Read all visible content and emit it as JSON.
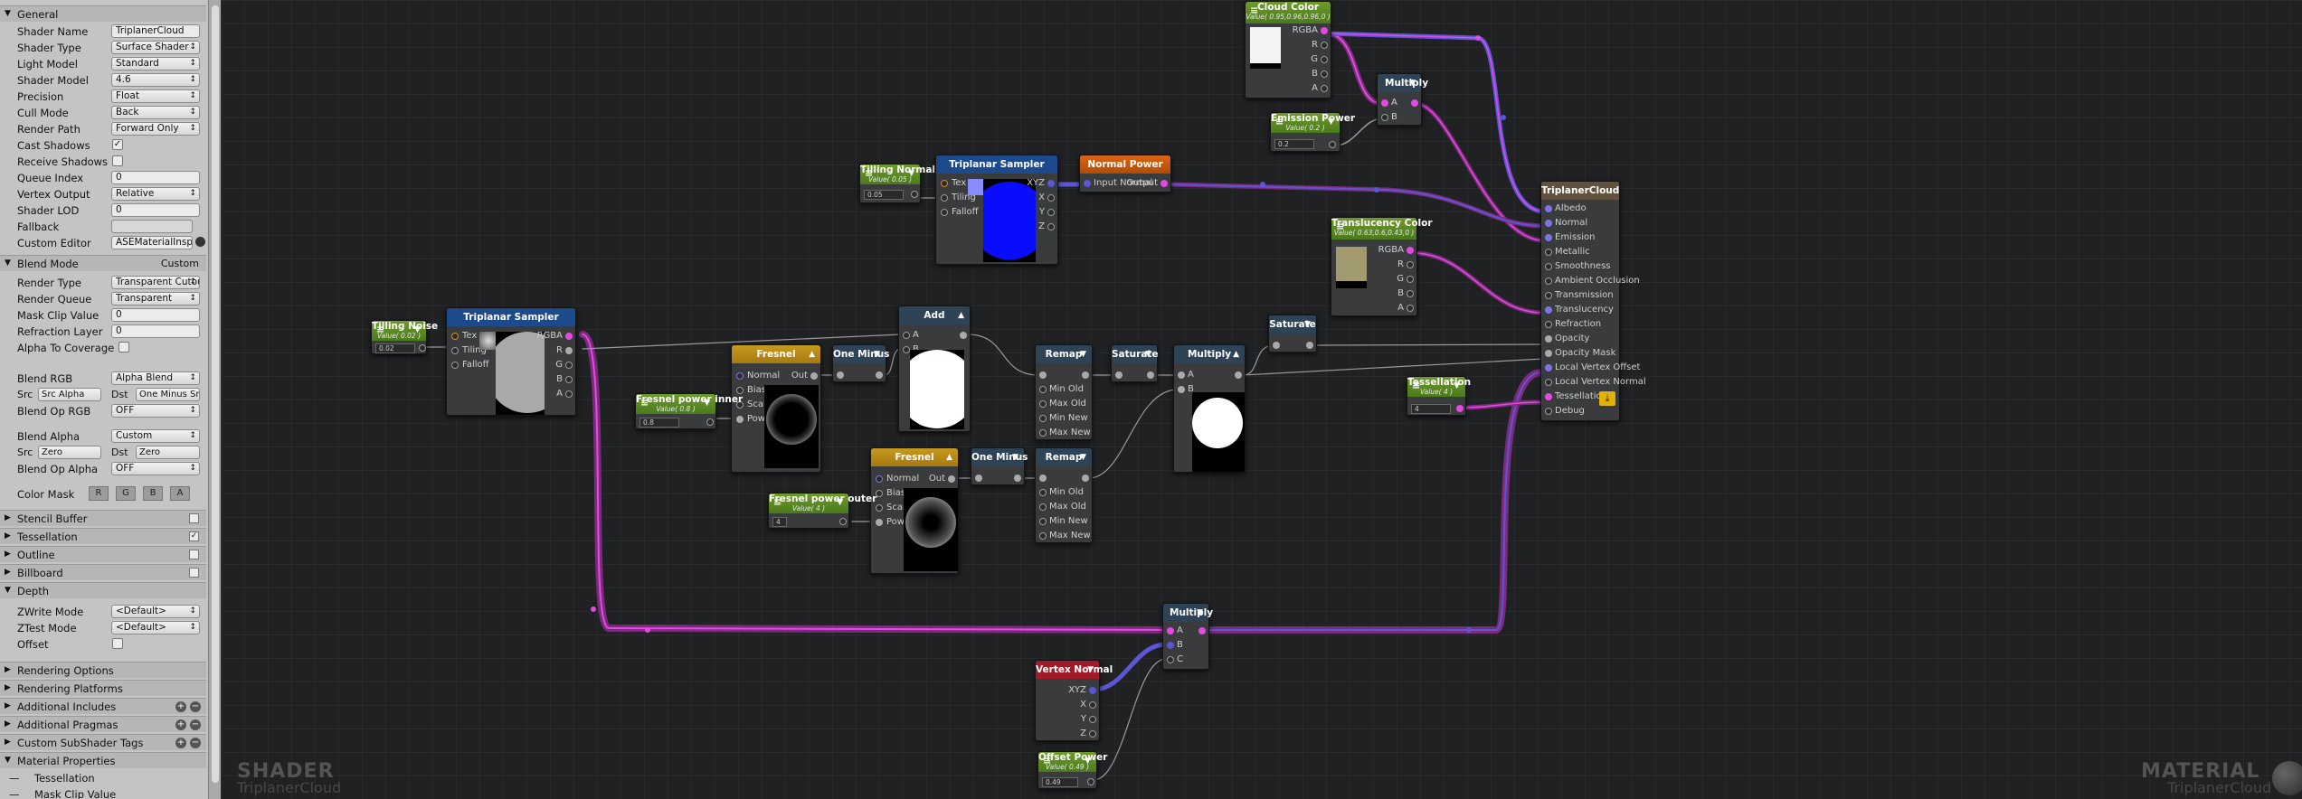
{
  "panel": {
    "general_header": "General",
    "fields": [
      {
        "label": "Shader Name",
        "value": "TriplanerCloud"
      },
      {
        "label": "Shader Type",
        "value": "Surface Shader"
      },
      {
        "label": "Light Model",
        "value": "Standard"
      },
      {
        "label": "Shader Model",
        "value": "4.6"
      },
      {
        "label": "Precision",
        "value": "Float"
      },
      {
        "label": "Cull Mode",
        "value": "Back"
      },
      {
        "label": "Render Path",
        "value": "Forward Only"
      },
      {
        "label": "Cast Shadows",
        "value": "✓"
      },
      {
        "label": "Receive Shadows",
        "value": ""
      },
      {
        "label": "Queue Index",
        "value": "0"
      },
      {
        "label": "Vertex Output",
        "value": "Relative"
      },
      {
        "label": "Shader LOD",
        "value": "0"
      },
      {
        "label": "Fallback",
        "value": ""
      },
      {
        "label": "Custom Editor",
        "value": "ASEMaterialInspector"
      }
    ],
    "blend_mode_label": "Blend Mode",
    "blend_mode_value": "Custom",
    "blend_fields": [
      {
        "label": "Render Type",
        "value": "Transparent Cutout"
      },
      {
        "label": "Render Queue",
        "value": "Transparent"
      },
      {
        "label": "Mask Clip Value",
        "value": "0"
      },
      {
        "label": "Refraction Layer",
        "value": "0"
      },
      {
        "label": "Alpha To Coverage",
        "value": ""
      }
    ],
    "blend_rgb_label": "Blend RGB",
    "blend_rgb_value": "Alpha Blend",
    "src_label": "Src",
    "dst_label": "Dst",
    "rgb_src": "Src Alpha",
    "rgb_dst": "One Minus Src Alpha",
    "blend_op_rgb_label": "Blend Op RGB",
    "blend_op_rgb_value": "OFF",
    "blend_alpha_label": "Blend Alpha",
    "blend_alpha_value": "Custom",
    "alpha_src": "Zero",
    "alpha_dst": "Zero",
    "blend_op_alpha_label": "Blend Op Alpha",
    "blend_op_alpha_value": "OFF",
    "color_mask_label": "Color Mask",
    "color_mask": [
      "R",
      "G",
      "B",
      "A"
    ],
    "sections": [
      "Stencil Buffer",
      "Tessellation",
      "Outline",
      "Billboard"
    ],
    "depth_label": "Depth",
    "depth_fields": [
      {
        "label": "ZWrite Mode",
        "value": "<Default>"
      },
      {
        "label": "ZTest Mode",
        "value": "<Default>"
      },
      {
        "label": "Offset",
        "value": ""
      }
    ],
    "bottom_sections": [
      "Rendering Options",
      "Rendering Platforms",
      "Additional Includes",
      "Additional Pragmas",
      "Custom SubShader Tags",
      "Material Properties"
    ],
    "material_props": [
      "Tessellation",
      "Mask Clip Value"
    ]
  },
  "canvas": {
    "watermark_left_title": "SHADER",
    "watermark_left_sub": "TriplanerCloud",
    "watermark_right_title": "MATERIAL",
    "watermark_right_sub": "TriplanerCloud"
  },
  "nodes": {
    "tilling_noise": {
      "title": "Tilling Noise",
      "sub": "Value( 0.02 )",
      "value": "0.02"
    },
    "tri1": {
      "title": "Triplanar Sampler",
      "ports_in": [
        "Tex",
        "Tiling",
        "Falloff"
      ],
      "ports_out": [
        "RGBA",
        "R",
        "G",
        "B",
        "A"
      ]
    },
    "tilling_normal": {
      "title": "Tilling Normal",
      "sub": "Value( 0.05 )",
      "value": "0.05"
    },
    "tri2": {
      "title": "Triplanar Sampler",
      "ports_in": [
        "Tex",
        "Tiling",
        "Falloff"
      ],
      "ports_out": [
        "XYZ",
        "X",
        "Y",
        "Z"
      ]
    },
    "normal_power": {
      "title": "Normal Power",
      "in": "Input Normal",
      "out": "Output"
    },
    "cloud_color": {
      "title": "Cloud Color",
      "sub": "Value( 0.95,0.96,0.96,0 )",
      "ports_out": [
        "RGBA",
        "R",
        "G",
        "B",
        "A"
      ]
    },
    "emission_power": {
      "title": "Emission Power",
      "sub": "Value( 0.2 )",
      "value": "0.2"
    },
    "multiply_top": {
      "title": "Multiply",
      "ports_in": [
        "A",
        "B"
      ]
    },
    "translucency": {
      "title": "Translucency Color",
      "sub": "Value( 0.63,0.6,0.43,0 )",
      "ports_out": [
        "RGBA",
        "R",
        "G",
        "B",
        "A"
      ]
    },
    "tessellation": {
      "title": "Tessellation",
      "sub": "Value( 4 )",
      "value": "4"
    },
    "fresnel1": {
      "title": "Fresnel",
      "ports_in": [
        "Normal",
        "Bias",
        "Scale",
        "Power"
      ],
      "out": "Out"
    },
    "fresnel_inner": {
      "title": "Fresnel power inner",
      "sub": "Value( 0.8 )",
      "value": "0.8"
    },
    "one_minus1": {
      "title": "One Minus"
    },
    "add": {
      "title": "Add",
      "ports_in": [
        "A",
        "B"
      ]
    },
    "fresnel2": {
      "title": "Fresnel",
      "ports_in": [
        "Normal",
        "Bias",
        "Scale",
        "Power"
      ],
      "out": "Out"
    },
    "fresnel_outer": {
      "title": "Fresnel power outer",
      "sub": "Value( 4 )",
      "value": "4"
    },
    "one_minus2": {
      "title": "One Minus"
    },
    "remap1": {
      "title": "Remap",
      "ports_in": [
        "",
        "Min Old",
        "Max Old",
        "Min New",
        "Max New"
      ]
    },
    "remap2": {
      "title": "Remap",
      "ports_in": [
        "",
        "Min Old",
        "Max Old",
        "Min New",
        "Max New"
      ]
    },
    "saturate1": {
      "title": "Saturate"
    },
    "saturate2": {
      "title": "Saturate"
    },
    "multiply_mid": {
      "title": "Multiply",
      "ports_in": [
        "A",
        "B"
      ]
    },
    "multiply_bottom": {
      "title": "Multiply",
      "ports_in": [
        "A",
        "B",
        "C"
      ]
    },
    "vertex_normal": {
      "title": "Vertex Normal",
      "ports_out": [
        "XYZ",
        "X",
        "Y",
        "Z"
      ]
    },
    "offset_power": {
      "title": "Offset Power",
      "sub": "Value( 0.49 )",
      "value": "0.49"
    },
    "output": {
      "title": "TriplanerCloud",
      "ports": [
        "Albedo",
        "Normal",
        "Emission",
        "Metallic",
        "Smoothness",
        "Ambient Occlusion",
        "Transmission",
        "Translucency",
        "Refraction",
        "Opacity",
        "Opacity Mask",
        "Local Vertex Offset",
        "Local Vertex Normal",
        "Tessellation",
        "Debug"
      ]
    }
  },
  "colors": {
    "wire_pink": "#d63cd6",
    "wire_blue": "#5b57d4",
    "wire_gray": "#9a9a9a"
  }
}
